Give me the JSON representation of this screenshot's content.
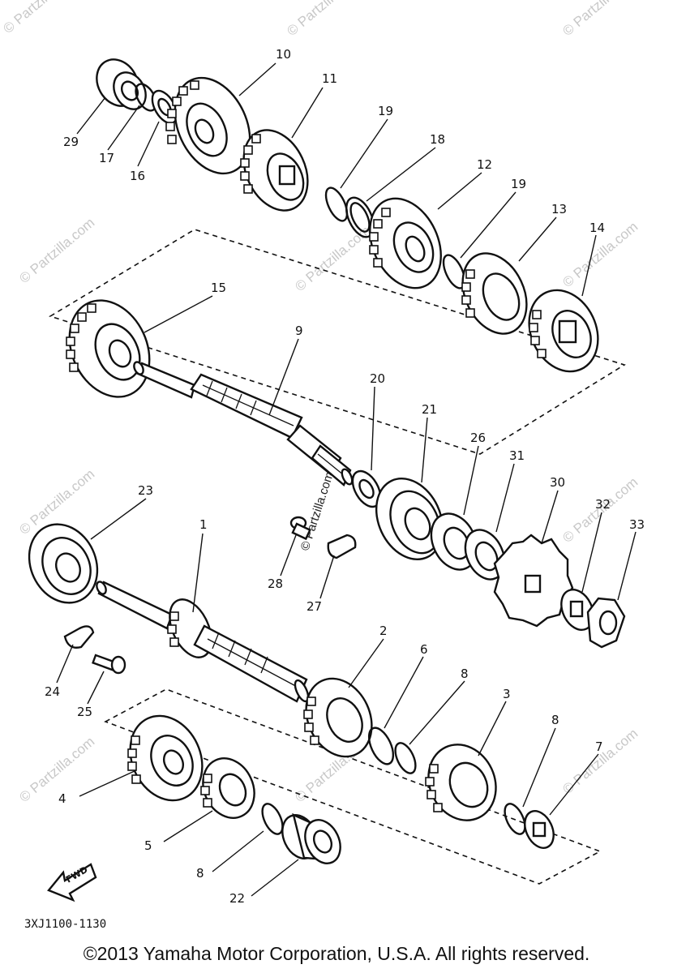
{
  "diagram": {
    "code": "3XJ1100-1130",
    "fwd_label": "FWD",
    "watermark": "© Partzilla.com",
    "callouts": {
      "p1": "1",
      "p2": "2",
      "p3": "3",
      "p4": "4",
      "p5": "5",
      "p6": "6",
      "p7": "7",
      "p8a": "8",
      "p8b": "8",
      "p8c": "8",
      "p9": "9",
      "p10": "10",
      "p11": "11",
      "p12": "12",
      "p13": "13",
      "p14": "14",
      "p15": "15",
      "p16": "16",
      "p17": "17",
      "p18": "18",
      "p19a": "19",
      "p19b": "19",
      "p20": "20",
      "p21": "21",
      "p22": "22",
      "p23": "23",
      "p24": "24",
      "p25": "25",
      "p26": "26",
      "p27": "27",
      "p28": "28",
      "p29": "29",
      "p30": "30",
      "p31": "31",
      "p32": "32",
      "p33": "33"
    }
  },
  "footer": {
    "copyright": "©2013  Yamaha Motor Corporation, U.S.A. All rights reserved."
  }
}
